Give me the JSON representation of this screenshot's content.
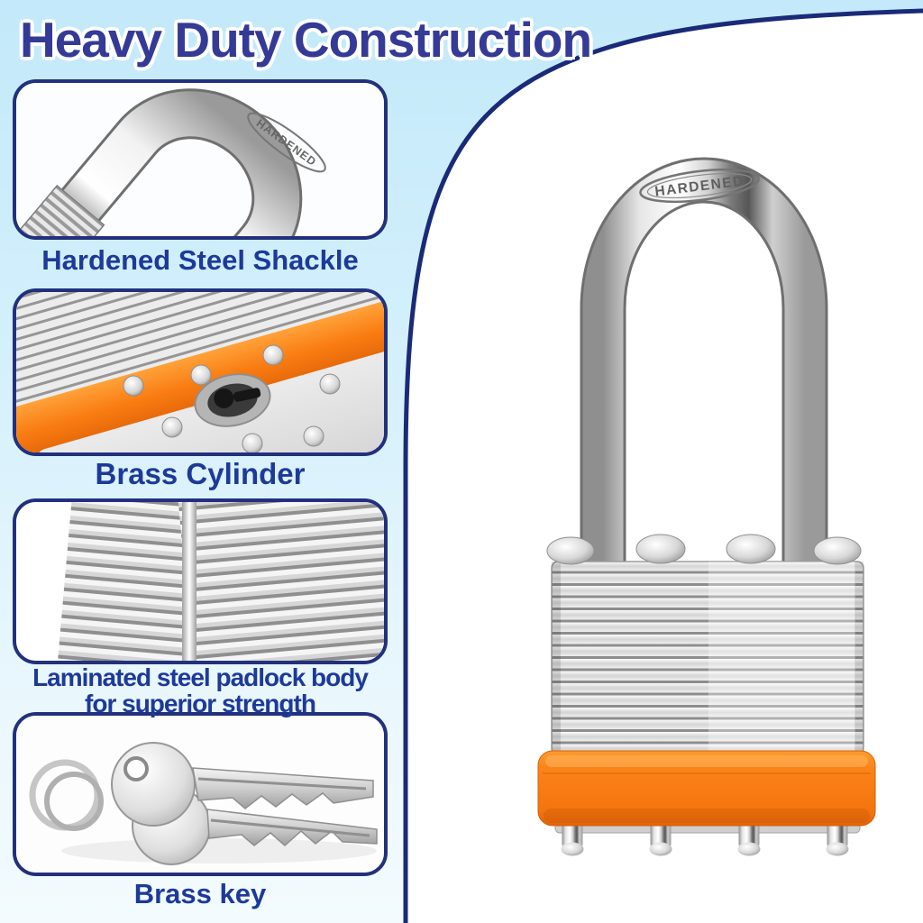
{
  "title": "Heavy Duty Construction",
  "panel": {
    "divider_color": "#1b2a78",
    "left_background_top": "#c3e9fa",
    "left_background_bottom": "#f3fbfe",
    "right_background": "#ffffff"
  },
  "features": [
    {
      "label": "Hardened Steel Shackle",
      "image": "chrome-shackle-closeup-photo"
    },
    {
      "label": "Brass Cylinder",
      "image": "padlock-underside-keyhole-photo"
    },
    {
      "label": "Laminated steel padlock body for superior strength",
      "image": "laminated-steel-layers-closeup-photo"
    },
    {
      "label": "Brass key",
      "image": "two-keys-on-split-ring-photo"
    }
  ],
  "padlock": {
    "stamp_text": "HARDENED",
    "shackle": "long-chrome-shackle",
    "body": "laminated-steel-plates",
    "bumper_color": "#f97c12"
  },
  "colors": {
    "title_navy": "#343a96",
    "label_blue": "#1d3a99",
    "card_border_navy": "#22307d",
    "divider_navy": "#1b2a78",
    "orange": "#f97c12"
  }
}
